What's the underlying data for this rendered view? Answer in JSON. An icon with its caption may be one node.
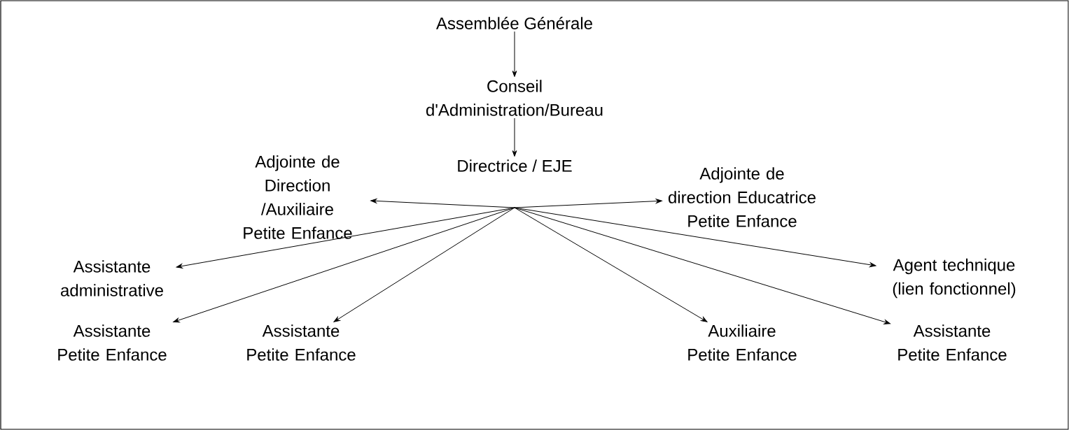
{
  "diagram": {
    "nodes": [
      {
        "text": [
          "Assemblée Générale"
        ]
      },
      {
        "text": [
          "Conseil d'Administration/Bureau"
        ]
      },
      {
        "text": [
          "Directrice / EJE"
        ]
      },
      {
        "text": [
          "Adjointe de Direction /Auxiliaire Petite Enfance"
        ]
      },
      {
        "text": [
          "Adjointe de direction Educatrice Petite Enfance"
        ]
      },
      {
        "text": [
          "Assistante administrative"
        ]
      },
      {
        "text": [
          "Agent technique (lien fonctionnel)"
        ]
      },
      {
        "text": [
          "Assistante Petite Enfance"
        ]
      },
      {
        "text": [
          "Assistante Petite Enfance"
        ]
      },
      {
        "text": [
          "Auxiliaire Petite Enfance"
        ]
      },
      {
        "text": [
          "Assistante Petite Enfance"
        ]
      }
    ],
    "edges": [
      {
        "from": 0,
        "to": 1,
        "arrow": "to"
      },
      {
        "from": 1,
        "to": 2,
        "arrow": "to"
      },
      {
        "from": 2,
        "to": 3,
        "arrow": "to"
      },
      {
        "from": 2,
        "to": 4,
        "arrow": "to"
      },
      {
        "from": 2,
        "to": 5,
        "arrow": "to"
      },
      {
        "from": 2,
        "to": 6,
        "arrow": "to"
      },
      {
        "from": 2,
        "to": 7,
        "arrow": "to"
      },
      {
        "from": 2,
        "to": 8,
        "arrow": "to"
      },
      {
        "from": 2,
        "to": 9,
        "arrow": "to"
      },
      {
        "from": 2,
        "to": 10,
        "arrow": "to"
      }
    ]
  }
}
